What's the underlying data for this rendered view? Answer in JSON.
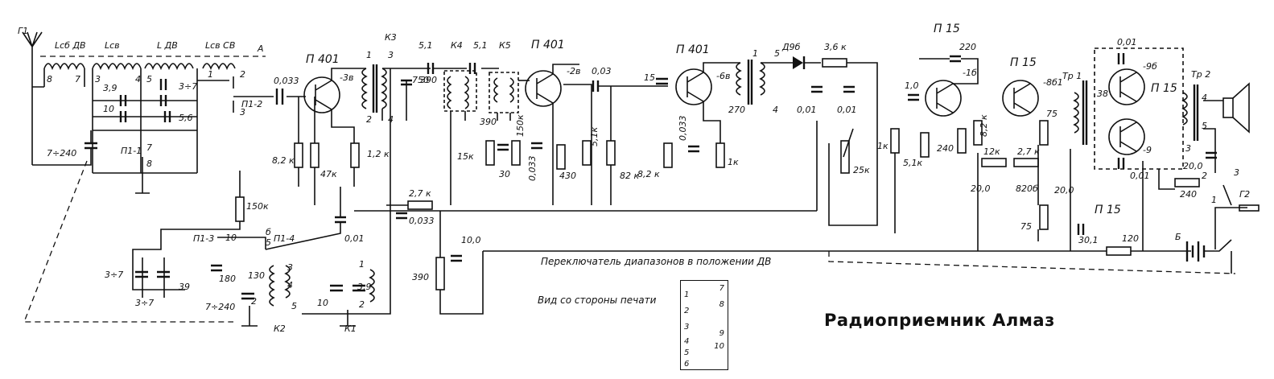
{
  "title": "Радиоприемник Алмаз",
  "switch_caption": "Переключатель диапазонов в положении ДВ",
  "view_caption": "Вид со стороны печати",
  "switch_pins_left": [
    "1",
    "2",
    "3",
    "4",
    "5",
    "6"
  ],
  "switch_pins_right": [
    "7",
    "8",
    "9",
    "10"
  ],
  "transistors": [
    "П 401",
    "П 401",
    "П 401",
    "П 15",
    "П 15",
    "П 15",
    "П 15"
  ],
  "coils": [
    "Lсб ДВ",
    "Lсв",
    "L ДВ",
    "Lсв СВ",
    "К3",
    "К4",
    "К5",
    "К2",
    "К1",
    "Тр 1",
    "Тр 2"
  ],
  "antenna": "Г1",
  "antenna_point": "А",
  "diode": "Д9б",
  "speaker_jack": "Г2",
  "battery": "Б",
  "switches": [
    "П1-2",
    "П1-1",
    "П1-3",
    "П1-4"
  ],
  "voltages": [
    "-3в",
    "-2в",
    "-6в",
    "-1б",
    "-8б1",
    "-9б",
    "-9"
  ],
  "components": [
    "0,033",
    "5,1",
    "5,1",
    "390",
    "750",
    "390",
    "0,03",
    "15",
    "270",
    "3,6 к",
    "0,01",
    "0,01",
    "220",
    "0,01",
    "8,2 к",
    "47к",
    "1,2 к",
    "2,7 к",
    "0,033",
    "15к",
    "30",
    "150к",
    "0,033",
    "430",
    "5,1к",
    "82 к",
    "8,2 к",
    "0,033",
    "1к",
    "1к",
    "25к",
    "1,0",
    "5,1к",
    "240",
    "8,2 к",
    "12к",
    "2,7 к",
    "20,0",
    "820б",
    "75",
    "75",
    "20,0",
    "240",
    "20,0",
    "0,01",
    "30,1",
    "120",
    "150 к",
    "0,01",
    "10,0",
    "390",
    "3,9",
    "10",
    "3÷7",
    "5,6",
    "7÷240",
    "3÷7",
    "3÷7",
    "39",
    "180",
    "130",
    "7÷240",
    "10",
    "3,9"
  ]
}
